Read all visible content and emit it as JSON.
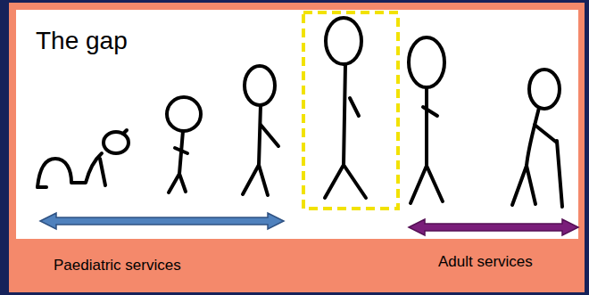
{
  "diagram": {
    "title": "The gap",
    "labels": [
      "Paediatric services",
      "Adult services"
    ]
  }
}
